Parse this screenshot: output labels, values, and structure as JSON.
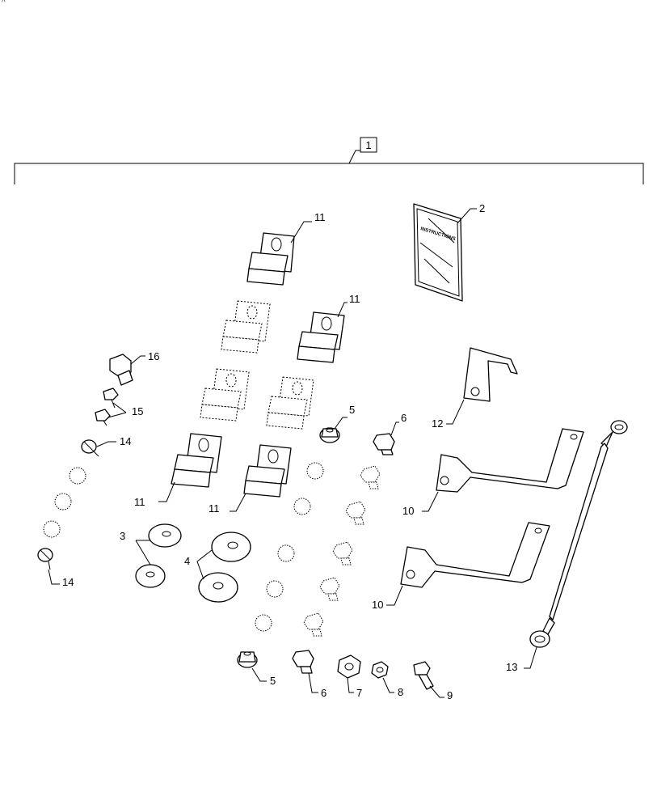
{
  "corner_mark": "^",
  "assembly_label": "1",
  "callouts": {
    "c2": "2",
    "c3": "3",
    "c4": "4",
    "c5a": "5",
    "c5b": "5",
    "c6a": "6",
    "c6b": "6",
    "c7": "7",
    "c8": "8",
    "c9": "9",
    "c10a": "10",
    "c10b": "10",
    "c11a": "11",
    "c11b": "11",
    "c11c": "11",
    "c11d": "11",
    "c12": "12",
    "c13": "13",
    "c14a": "14",
    "c14b": "14",
    "c15": "15",
    "c16": "16"
  },
  "manual_cover_text": "INSTRUCTIONS"
}
